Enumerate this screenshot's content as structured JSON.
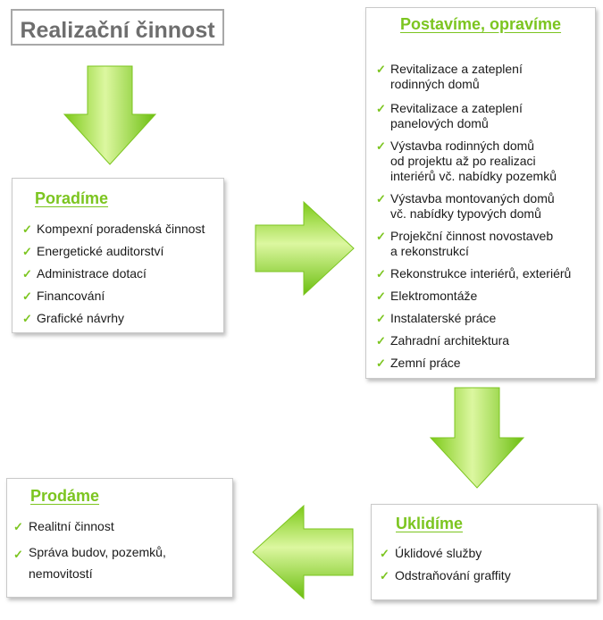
{
  "title": "Realizační činnost",
  "boxes": {
    "poradime": {
      "title": "Poradíme",
      "items": [
        "Kompexní poradenská činnost",
        "Energetické auditorství",
        "Administrace dotací",
        "Financování",
        "Grafické návrhy"
      ]
    },
    "postavime": {
      "title": "Postavíme, opravíme",
      "items": [
        "Revitalizace a zateplení\nrodinných domů",
        "Revitalizace a zateplení\npanelových domů",
        "Výstavba rodinných domů\nod projektu až po realizaci\ninteriérů vč. nabídky pozemků",
        "Výstavba montovaných domů\nvč. nabídky typových domů",
        "Projekční činnost novostaveb\na rekonstrukcí",
        "Rekonstrukce interiérů, exteriérů",
        "Elektromontáže",
        "Instalaterské práce",
        "Zahradní architektura",
        "Zemní práce"
      ]
    },
    "uklidime": {
      "title": "Uklidíme",
      "items": [
        "Úklidové služby",
        "Odstraňování graffity"
      ]
    },
    "prodame": {
      "title": "Prodáme",
      "items": [
        "Realitní činnost",
        "Správa budov, pozemků,\nnemovitostí"
      ]
    }
  },
  "icons": {
    "check": "check-icon",
    "arrow": "arrow-icon"
  },
  "colors": {
    "accent": "#7cc520",
    "arrow_light": "#dcf7a0",
    "arrow_dark": "#62b20a",
    "title_gray": "#6e6e6e"
  }
}
